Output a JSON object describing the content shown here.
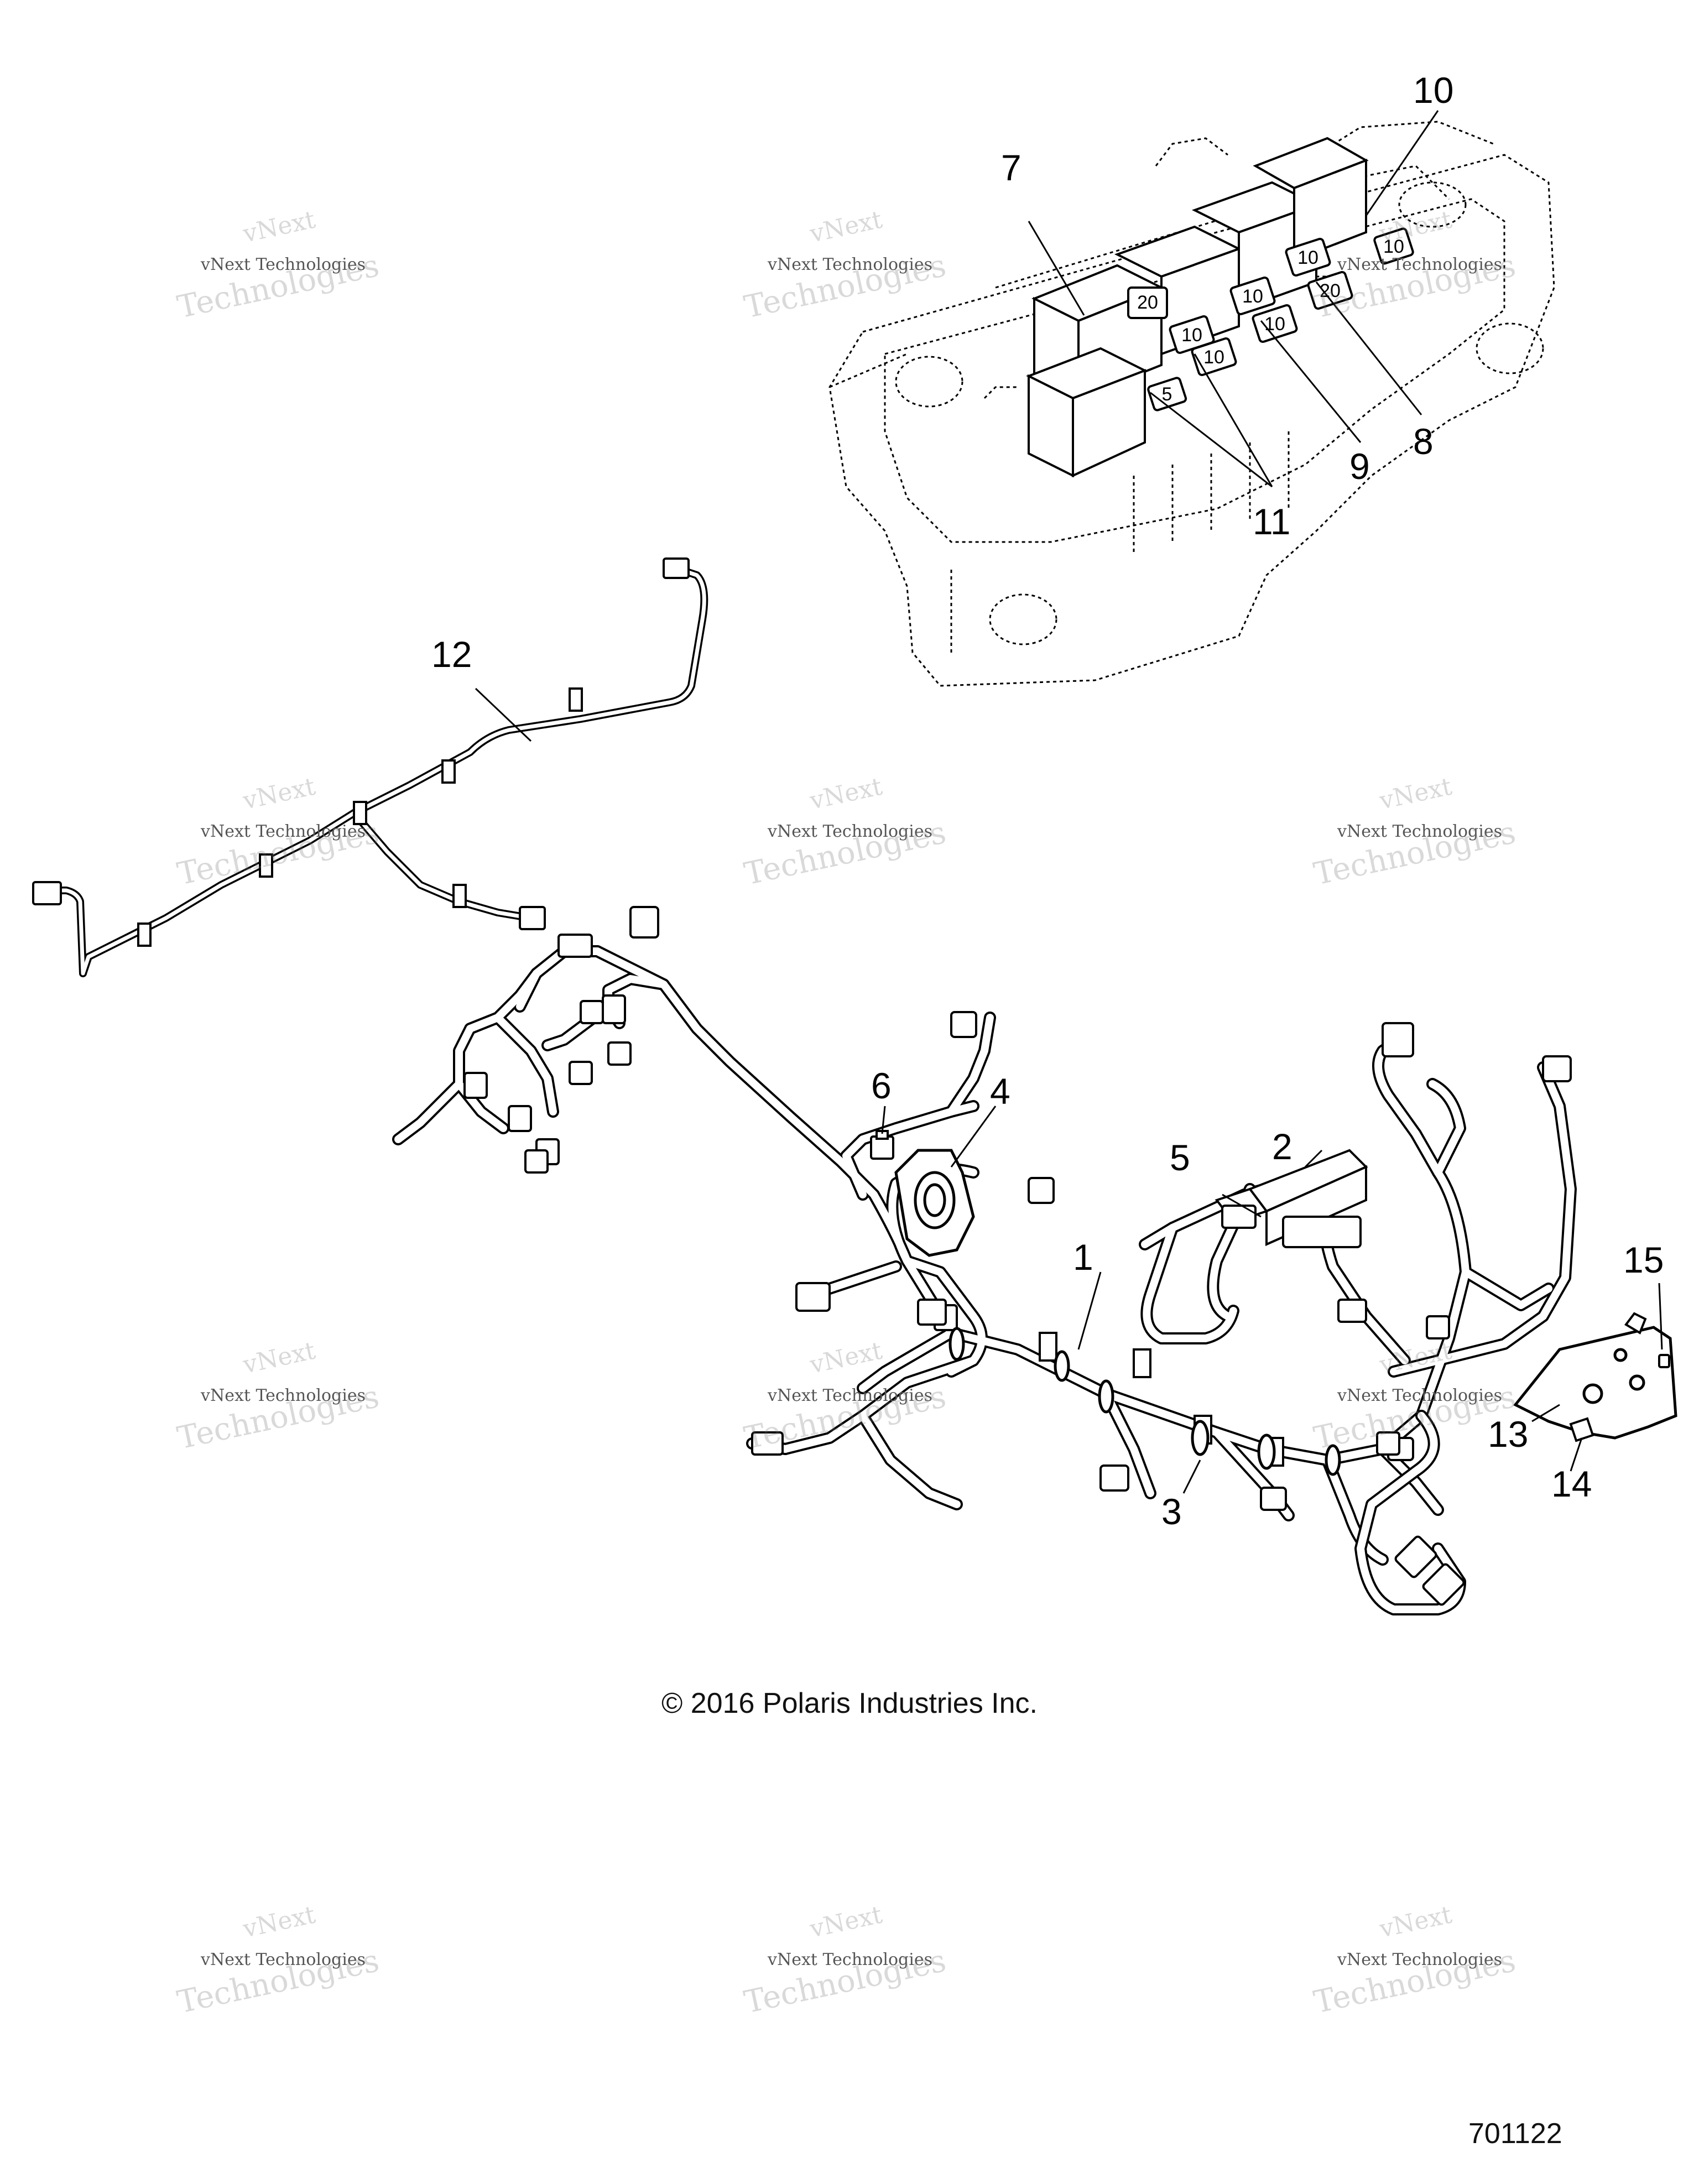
{
  "callouts": [
    {
      "id": "1",
      "label": "1"
    },
    {
      "id": "2",
      "label": "2"
    },
    {
      "id": "3",
      "label": "3"
    },
    {
      "id": "4",
      "label": "4"
    },
    {
      "id": "5",
      "label": "5"
    },
    {
      "id": "6",
      "label": "6"
    },
    {
      "id": "7",
      "label": "7"
    },
    {
      "id": "8",
      "label": "8"
    },
    {
      "id": "9",
      "label": "9"
    },
    {
      "id": "10",
      "label": "10"
    },
    {
      "id": "11",
      "label": "11"
    },
    {
      "id": "12",
      "label": "12"
    },
    {
      "id": "13",
      "label": "13"
    },
    {
      "id": "14",
      "label": "14"
    },
    {
      "id": "15",
      "label": "15"
    }
  ],
  "fuse_ratings": [
    "20",
    "10",
    "10",
    "10",
    "20",
    "10",
    "10",
    "10",
    "5"
  ],
  "watermark": {
    "line1": "vNext Technologies",
    "line2": "Technologies",
    "line3": "vNext"
  },
  "copyright": "© 2016 Polaris Industries Inc.",
  "drawing_number": "701122"
}
